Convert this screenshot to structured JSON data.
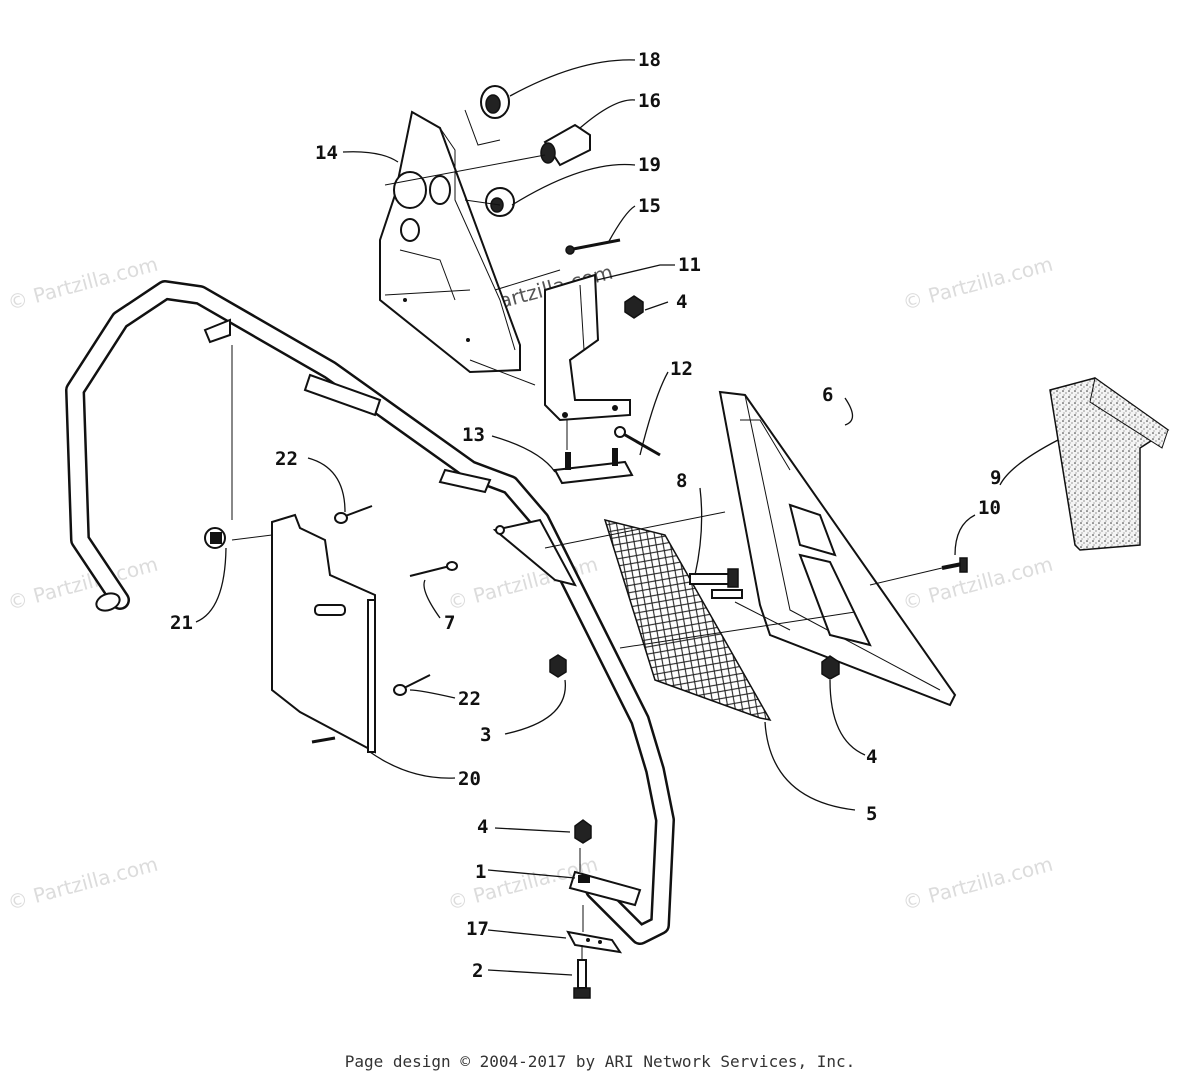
{
  "watermark": "© Partzilla.com",
  "footer": "Page design © 2004-2017 by ARI Network Services, Inc.",
  "callouts": {
    "c18": "18",
    "c16": "16",
    "c14": "14",
    "c19": "19",
    "c15": "15",
    "c11": "11",
    "c4a": "4",
    "c12": "12",
    "c6": "6",
    "c13": "13",
    "c22a": "22",
    "c8": "8",
    "c9": "9",
    "c10": "10",
    "c21": "21",
    "c7": "7",
    "c22b": "22",
    "c3": "3",
    "c4b": "4",
    "c20": "20",
    "c5": "5",
    "c4c": "4",
    "c1": "1",
    "c17": "17",
    "c2": "2"
  }
}
